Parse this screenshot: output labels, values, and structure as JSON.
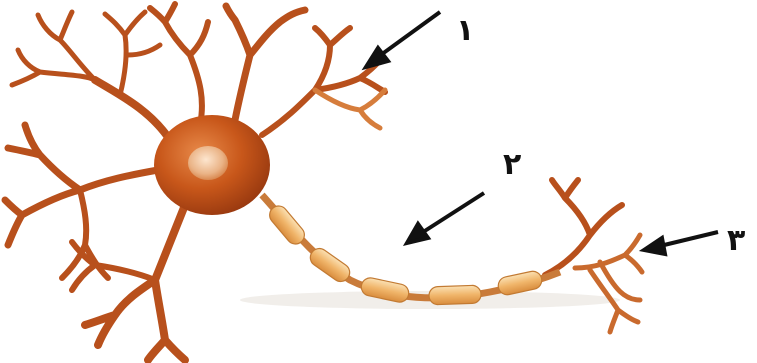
{
  "labels": {
    "one": "١",
    "two": "٢",
    "three": "٣"
  },
  "colors": {
    "dendrite": "#b8501c",
    "dendrite_light": "#d67d3c",
    "soma": "#c8571a",
    "nucleus": "#e9a776",
    "myelin": "#f0b56a",
    "axon": "#c97b3a",
    "arrow": "#111111"
  }
}
